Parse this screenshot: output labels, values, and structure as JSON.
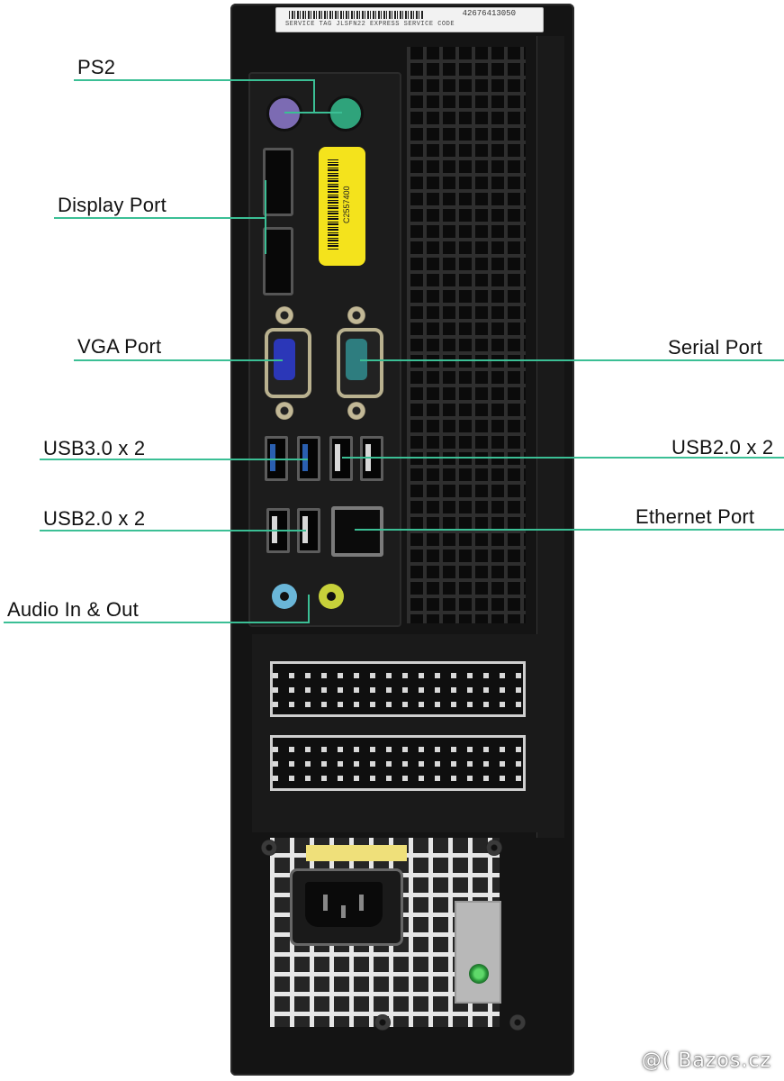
{
  "labels": {
    "ps2": "PS2",
    "display_port": "Display Port",
    "vga_port": "VGA Port",
    "serial_port": "Serial Port",
    "usb3_x2": "USB3.0 x 2",
    "usb2_x2_right": "USB2.0 x 2",
    "usb2_x2_left": "USB2.0 x 2",
    "ethernet_port": "Ethernet Port",
    "audio": "Audio In & Out"
  },
  "service_tag": {
    "express_code": "42676413050",
    "caption": "SERVICE  TAG JLSFN22  EXPRESS SERVICE CODE"
  },
  "sticker": {
    "code": "C2557400"
  },
  "watermark": "@( Bazos.cz",
  "colors": {
    "leader_line": "#3bbf95",
    "case": "#141414",
    "sticker": "#f4e31c",
    "ps2_mouse": "#2fa37b",
    "ps2_keyboard": "#7c6bb3",
    "vga": "#2b37b8",
    "serial": "#2e7d7f",
    "audio_in": "#6ab6d8",
    "audio_out": "#c7d13a",
    "led": "#4cc45a"
  },
  "icons": [
    "mouse-icon",
    "displayport-icon",
    "vga-icon",
    "serial-icon",
    "usb-icon",
    "network-icon",
    "headset-icon",
    "lock-icon"
  ]
}
